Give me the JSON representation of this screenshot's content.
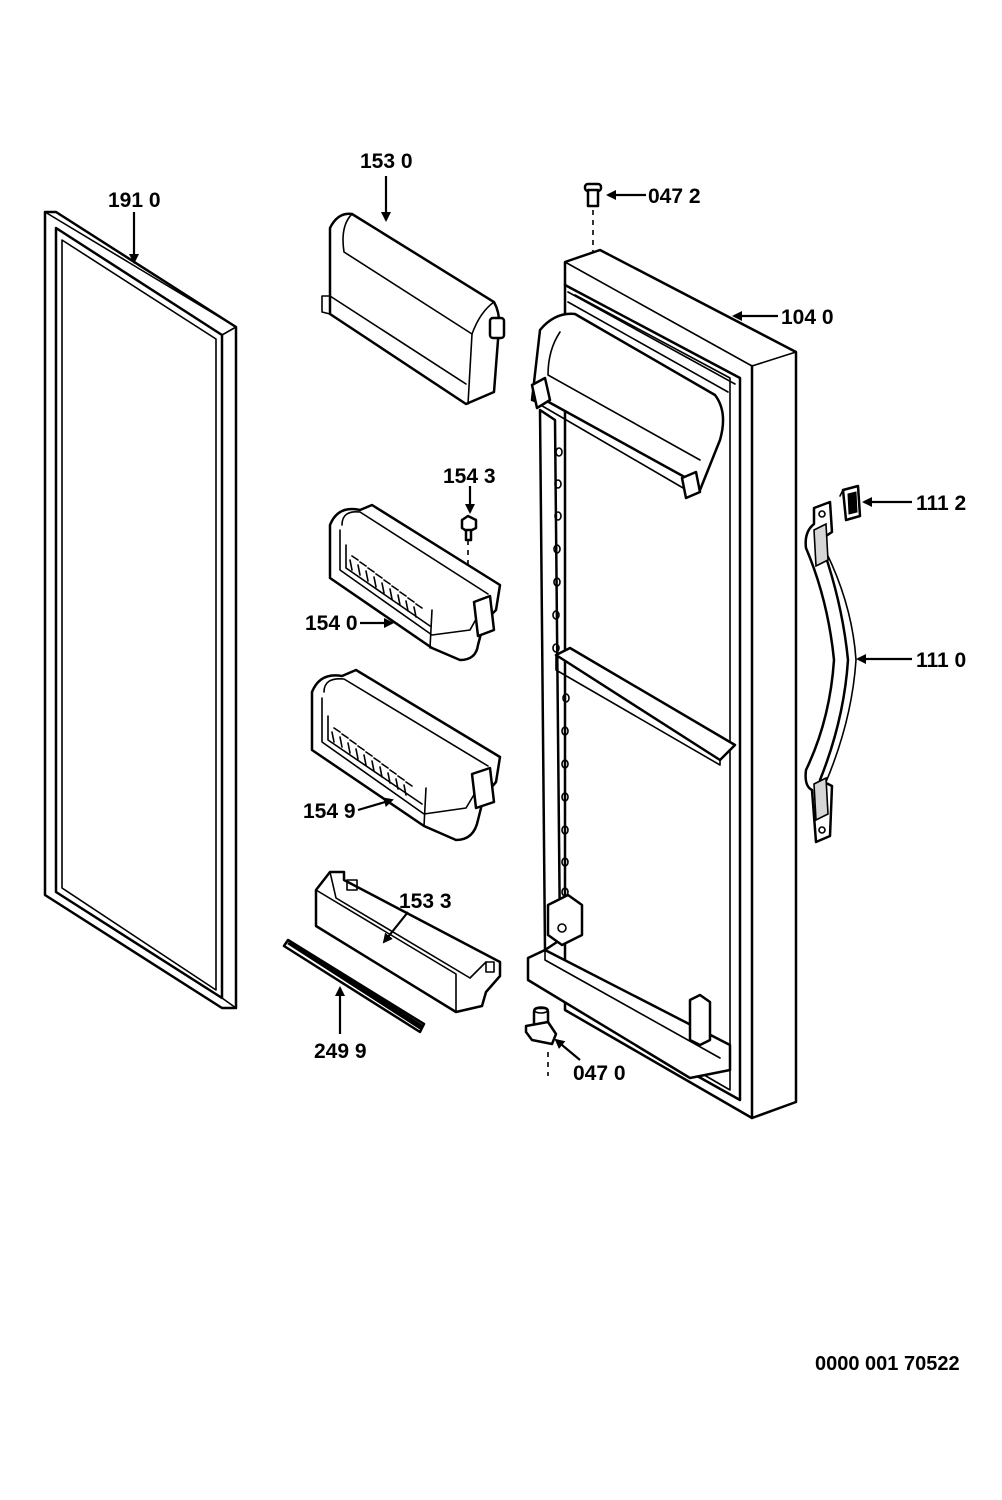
{
  "diagram": {
    "parts": [
      {
        "key": "gasket",
        "label": "191 0"
      },
      {
        "key": "upper_cover",
        "label": "153 0"
      },
      {
        "key": "hinge_pin_top",
        "label": "047 2"
      },
      {
        "key": "door",
        "label": "104 0"
      },
      {
        "key": "screw",
        "label": "154 3"
      },
      {
        "key": "handle_clip",
        "label": "111 2"
      },
      {
        "key": "door_bin_1",
        "label": "154 0"
      },
      {
        "key": "handle",
        "label": "111 0"
      },
      {
        "key": "door_bin_2",
        "label": "154 9"
      },
      {
        "key": "bottom_shelf",
        "label": "153 3"
      },
      {
        "key": "shelf_trim",
        "label": "249 9"
      },
      {
        "key": "hinge_bottom",
        "label": "047 0"
      }
    ],
    "reference_number": "0000 001 70522"
  }
}
